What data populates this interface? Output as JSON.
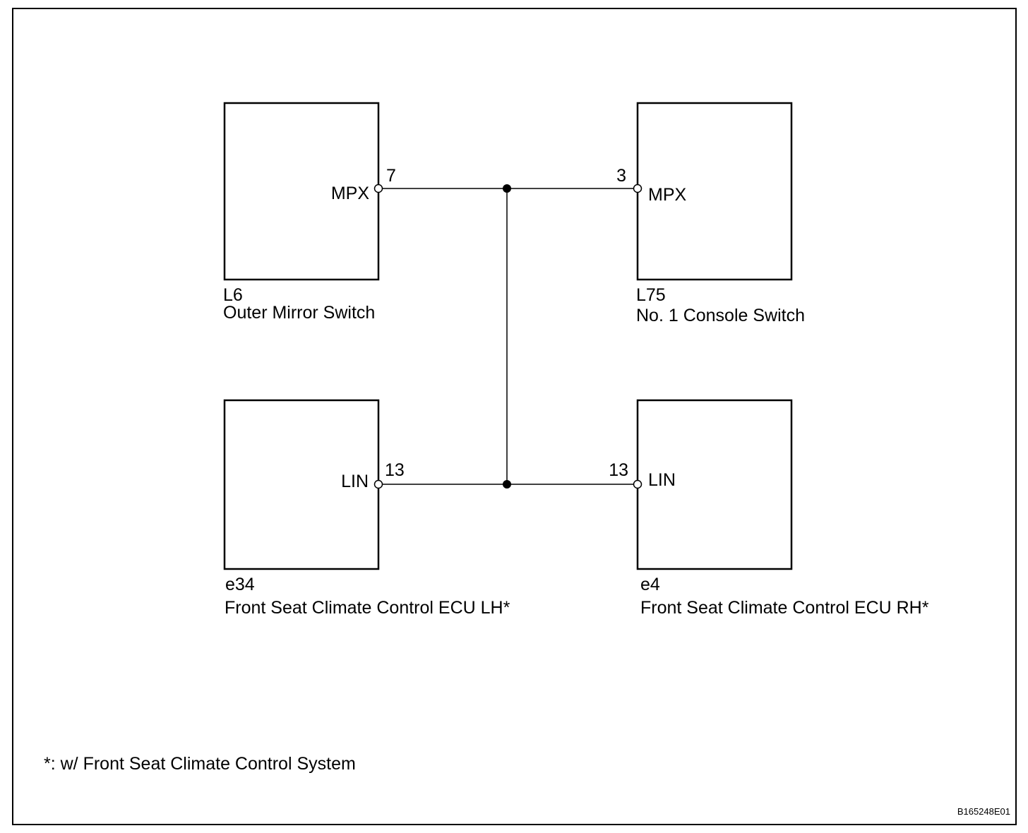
{
  "components": [
    {
      "id": "L6",
      "name": "Outer Mirror Switch",
      "pin_name": "MPX",
      "pin_number": "7"
    },
    {
      "id": "L75",
      "name": "No. 1 Console Switch",
      "pin_name": "MPX",
      "pin_number": "3"
    },
    {
      "id": "e34",
      "name": "Front Seat Climate Control ECU LH*",
      "pin_name": "LIN",
      "pin_number": "13"
    },
    {
      "id": "e4",
      "name": "Front Seat Climate Control ECU RH*",
      "pin_name": "LIN",
      "pin_number": "13"
    }
  ],
  "footnote": "*: w/ Front Seat Climate Control System",
  "figure_code": "B165248E01",
  "colors": {
    "line": "#000000",
    "background": "#ffffff"
  }
}
